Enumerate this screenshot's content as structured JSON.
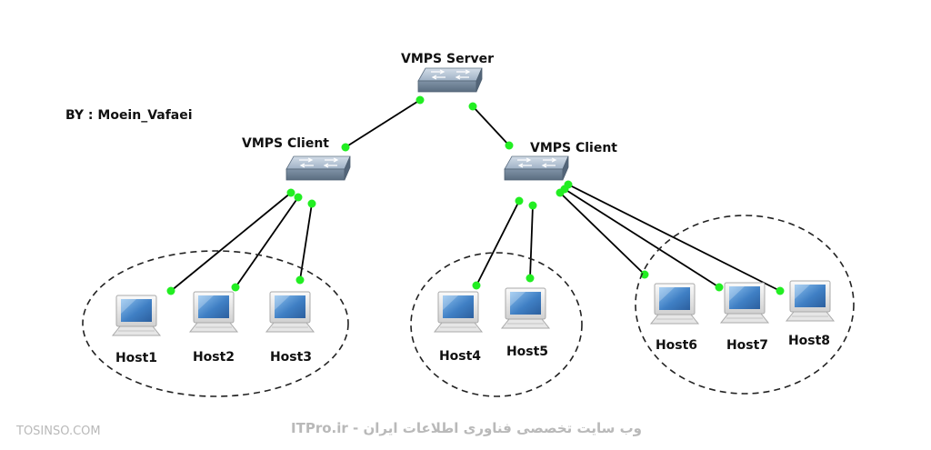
{
  "author": "BY : Moein_Vafaei",
  "server": {
    "label": "VMPS Server",
    "icon": "switch-icon"
  },
  "clients": [
    {
      "label": "VMPS Client",
      "icon": "switch-icon"
    },
    {
      "label": "VMPS Client",
      "icon": "switch-icon"
    }
  ],
  "hosts": [
    {
      "label": "Host1",
      "icon": "computer-icon"
    },
    {
      "label": "Host2",
      "icon": "computer-icon"
    },
    {
      "label": "Host3",
      "icon": "computer-icon"
    },
    {
      "label": "Host4",
      "icon": "computer-icon"
    },
    {
      "label": "Host5",
      "icon": "computer-icon"
    },
    {
      "label": "Host6",
      "icon": "computer-icon"
    },
    {
      "label": "Host7",
      "icon": "computer-icon"
    },
    {
      "label": "Host8",
      "icon": "computer-icon"
    }
  ],
  "watermark": {
    "left": "TOSINSO.COM",
    "right": "ITPro.ir - وب سایت تخصصی فناوری اطلاعات ایران"
  },
  "colors": {
    "link": "#000000",
    "port_dot": "#22ee22",
    "switch_top": "#b3c3d6",
    "switch_side": "#6f8499",
    "screen": "#4d86c6"
  }
}
